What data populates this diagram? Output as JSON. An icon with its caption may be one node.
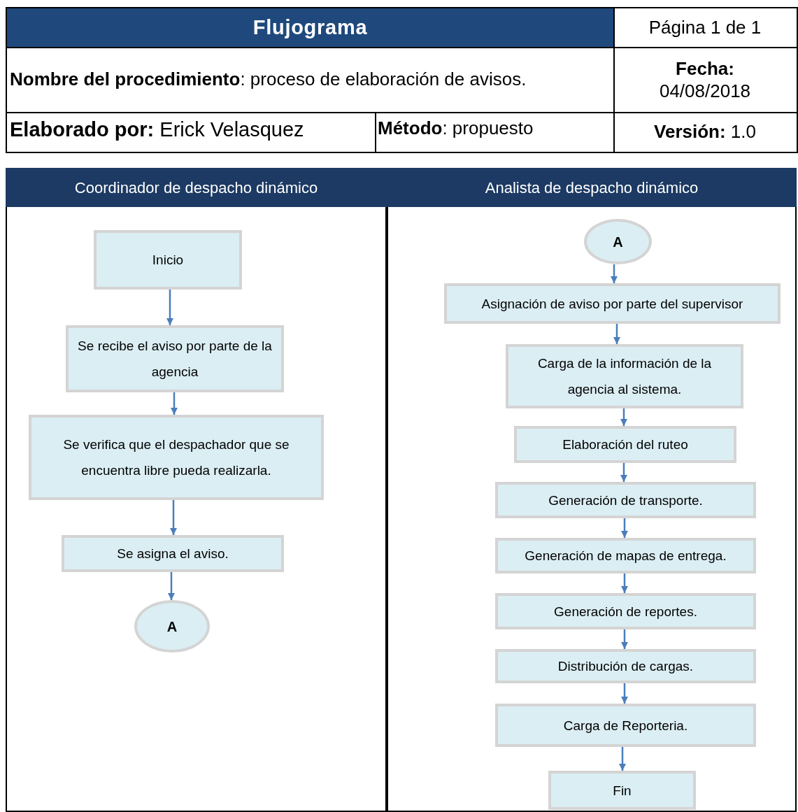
{
  "diagram": {
    "title": "Flujograma",
    "nodes": [
      {
        "text": [
          "Coordinador de despacho dinámico"
        ]
      },
      {
        "text": [
          "Inicio"
        ],
        "in": 0
      },
      {
        "text": [
          "Se recibe el aviso por parte de la agencia"
        ],
        "in": 0
      },
      {
        "text": [
          "Se verifica que el despachador que se encuentra libre pueda realizarla."
        ],
        "in": 0
      },
      {
        "text": [
          "Se asigna el aviso."
        ],
        "in": 0
      },
      {
        "text": [
          "A"
        ],
        "in": 0
      },
      {
        "text": [
          "Analista de despacho dinámico"
        ]
      },
      {
        "text": [
          "A"
        ],
        "in": 6
      },
      {
        "text": [
          "Asignación de aviso por parte del supervisor"
        ],
        "in": 6
      },
      {
        "text": [
          "Carga de la información de la agencia al sistema."
        ],
        "in": 6
      },
      {
        "text": [
          "Elaboración del ruteo"
        ],
        "in": 6
      },
      {
        "text": [
          "Generación de transporte."
        ],
        "in": 6
      },
      {
        "text": [
          "Generación de mapas de entrega."
        ],
        "in": 6
      },
      {
        "text": [
          "Generación de reportes."
        ],
        "in": 6
      },
      {
        "text": [
          "Distribución de cargas."
        ],
        "in": 6
      },
      {
        "text": [
          "Carga de Reporteria."
        ],
        "in": 6
      },
      {
        "text": [
          "Fin"
        ],
        "in": 6
      }
    ],
    "edges": [
      {
        "from": 1,
        "to": 2,
        "arrow": "to"
      },
      {
        "from": 2,
        "to": 3,
        "arrow": "to"
      },
      {
        "from": 3,
        "to": 4,
        "arrow": "to"
      },
      {
        "from": 4,
        "to": 5,
        "arrow": "to"
      },
      {
        "from": 7,
        "to": 8,
        "arrow": "to"
      },
      {
        "from": 8,
        "to": 9,
        "arrow": "to"
      },
      {
        "from": 9,
        "to": 10,
        "arrow": "to"
      },
      {
        "from": 10,
        "to": 11,
        "arrow": "to"
      },
      {
        "from": 11,
        "to": 12,
        "arrow": "to"
      },
      {
        "from": 12,
        "to": 13,
        "arrow": "to"
      },
      {
        "from": 13,
        "to": 14,
        "arrow": "to"
      },
      {
        "from": 14,
        "to": 15,
        "arrow": "to"
      },
      {
        "from": 15,
        "to": 16,
        "arrow": "to"
      }
    ],
    "labels": [
      "Página 1 de 1",
      "**Nombre del procedimiento**: proceso de elaboración de avisos.",
      "Fecha:",
      "04/08/2018",
      "**Elaborado por:** Erick Velasquez",
      "**Método**: propuesto",
      "**Versión:** 1.0"
    ]
  }
}
